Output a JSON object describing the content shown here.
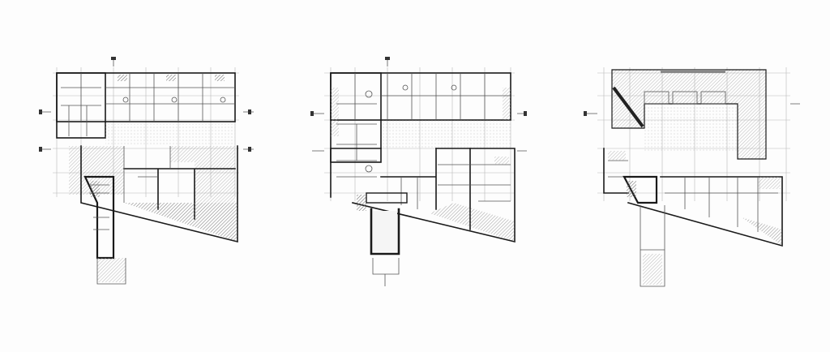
{
  "figure": {
    "background": "#fdfdfd",
    "line_color": "#1a1a1a",
    "hatch_color": "#6b6b6b",
    "grid_color": "#b9b9b9"
  },
  "plans": [
    {
      "id": "plan-ground-floor"
    },
    {
      "id": "plan-typical-floor"
    },
    {
      "id": "plan-upper-floor"
    }
  ]
}
